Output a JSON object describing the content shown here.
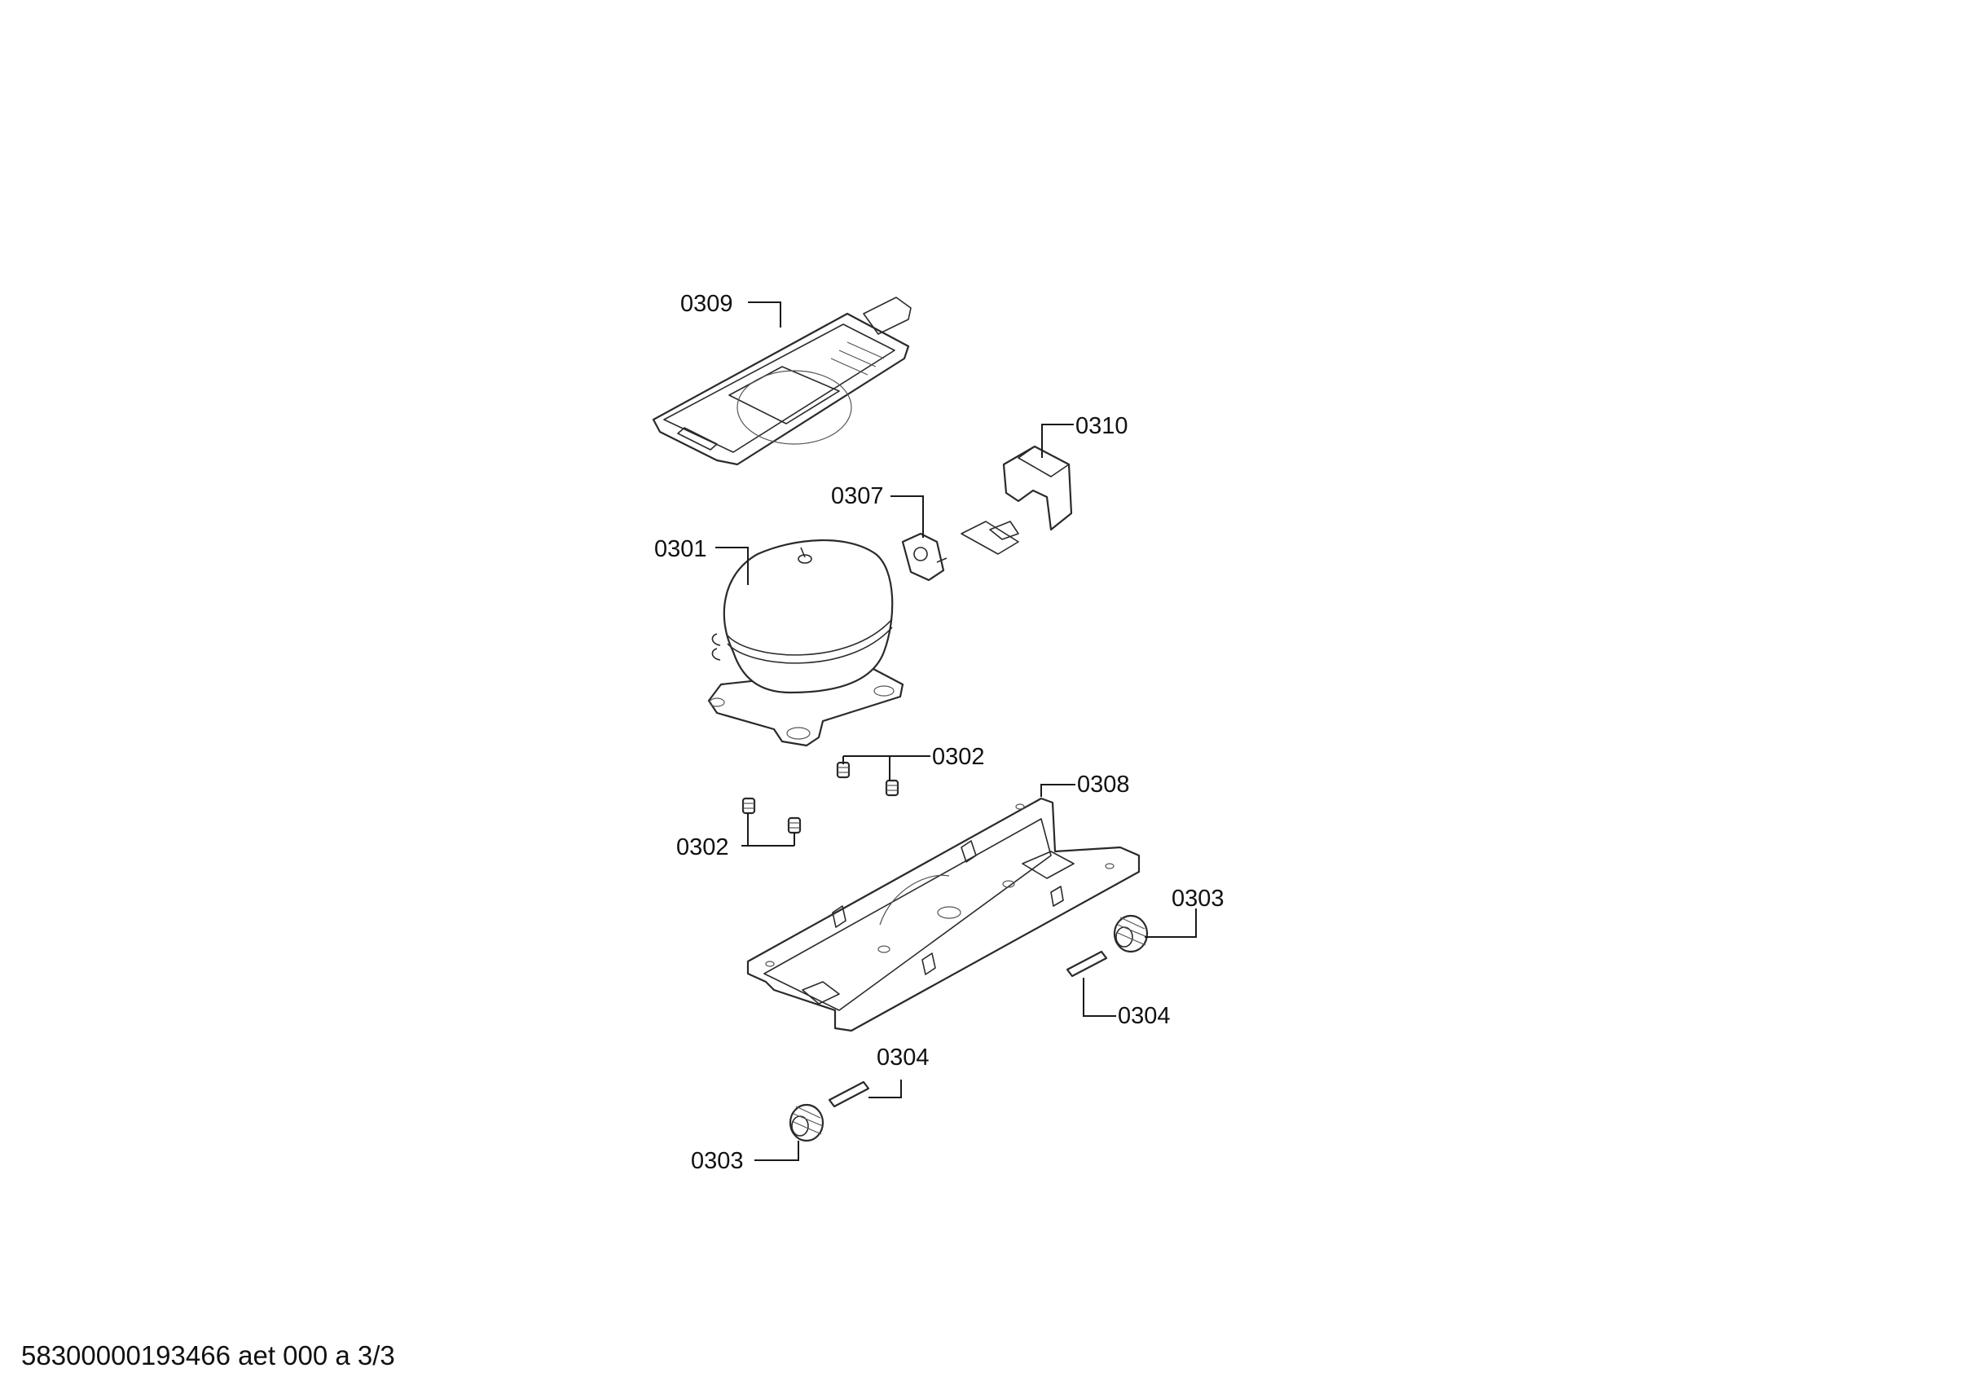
{
  "diagram": {
    "labels": {
      "p0309": "0309",
      "p0310": "0310",
      "p0307": "0307",
      "p0301": "0301",
      "p0302a": "0302",
      "p0302b": "0302",
      "p0308": "0308",
      "p0303a": "0303",
      "p0304a": "0304",
      "p0304b": "0304",
      "p0303b": "0303"
    }
  },
  "footer": {
    "document_id": "58300000193466 aet 000 a 3/3"
  }
}
